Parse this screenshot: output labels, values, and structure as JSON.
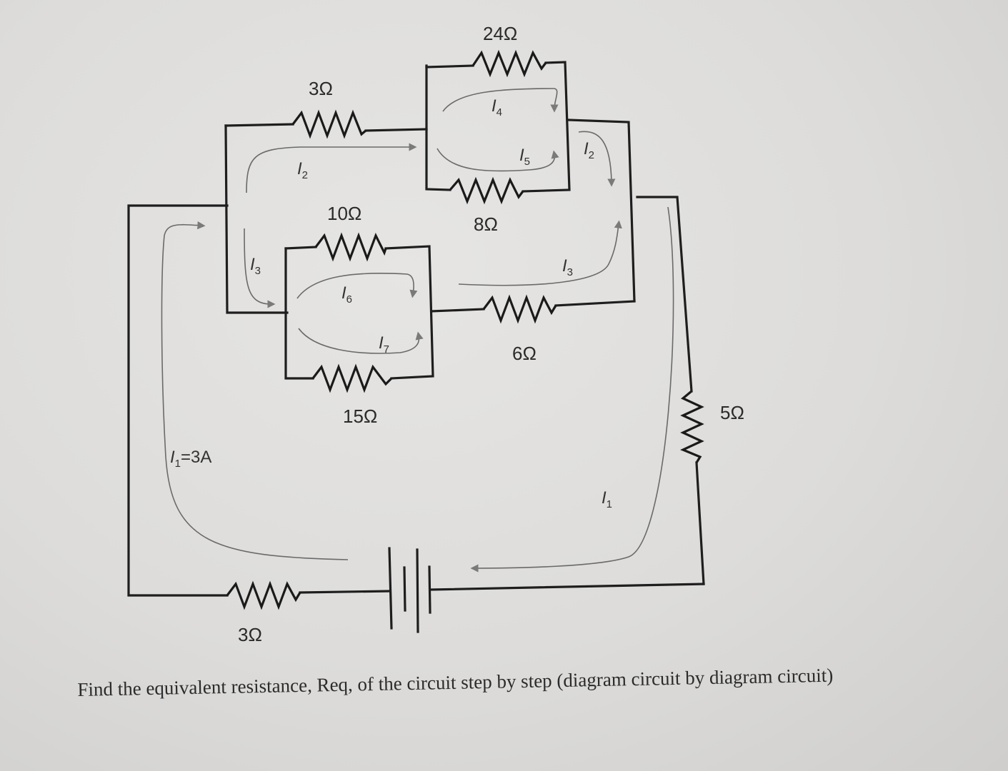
{
  "diagram": {
    "resistors": {
      "r24": "24Ω",
      "r3_top": "3Ω",
      "r8": "8Ω",
      "r10": "10Ω",
      "r15": "15Ω",
      "r6": "6Ω",
      "r5": "5Ω",
      "r3_bottom": "3Ω"
    },
    "currents": {
      "i1": {
        "base": "I",
        "sub": "1"
      },
      "i1_source": {
        "base": "I",
        "sub": "1",
        "rest": "=3A"
      },
      "i2_left": {
        "base": "I",
        "sub": "2"
      },
      "i2_right": {
        "base": "I",
        "sub": "2"
      },
      "i3_left": {
        "base": "I",
        "sub": "3"
      },
      "i3_right": {
        "base": "I",
        "sub": "3"
      },
      "i4": {
        "base": "I",
        "sub": "4"
      },
      "i5": {
        "base": "I",
        "sub": "5"
      },
      "i6": {
        "base": "I",
        "sub": "6"
      },
      "i7": {
        "base": "I",
        "sub": "7"
      }
    },
    "colors": {
      "wire": "#1e1e1e",
      "arrow": "#7a7a7a"
    }
  },
  "question": "Find the equivalent resistance, Req, of the circuit step by step (diagram circuit by diagram circuit)"
}
